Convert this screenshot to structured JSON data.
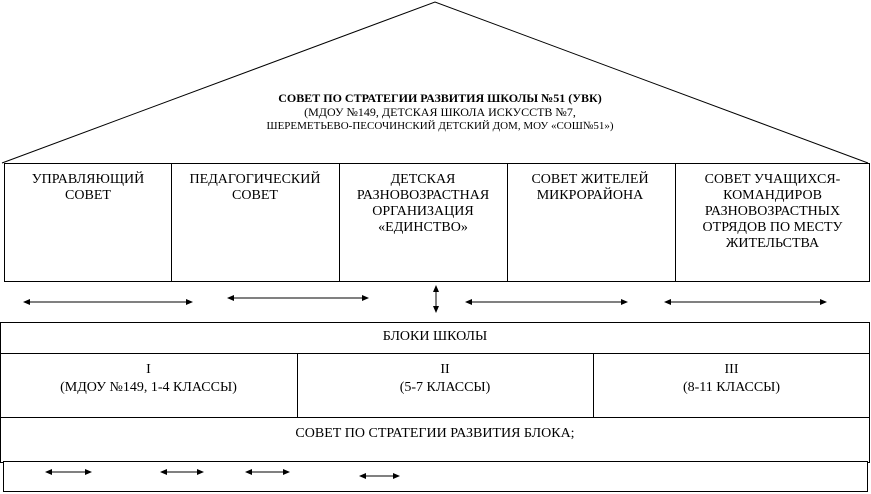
{
  "roof": {
    "title": "СОВЕТ ПО СТРАТЕГИИ РАЗВИТИЯ ШКОЛЫ №51 (УВК)",
    "line2": "(МДОУ №149, ДЕТСКАЯ ШКОЛА ИСКУССТВ №7,",
    "line3": "ШЕРЕМЕТЬЕВО-ПЕСОЧИНСКИЙ ДЕТСКИЙ ДОМ, МОУ «СОШ№51»)"
  },
  "councils": [
    {
      "label": "УПРАВЛЯЮЩИЙ СОВЕТ"
    },
    {
      "label": "ПЕДАГОГИЧЕСКИЙ СОВЕТ"
    },
    {
      "label": "ДЕТСКАЯ РАЗНОВОЗРАСТНАЯ ОРГАНИЗАЦИЯ «ЕДИНСТВО»"
    },
    {
      "label": "СОВЕТ ЖИТЕЛЕЙ МИКРОРАЙОНА"
    },
    {
      "label": "СОВЕТ УЧАЩИХСЯ-КОМАНДИРОВ РАЗНОВОЗРАСТНЫХ ОТРЯДОВ ПО МЕСТУ ЖИТЕЛЬСТВА"
    }
  ],
  "blocks": {
    "header": "БЛОКИ ШКОЛЫ",
    "items": [
      {
        "num": "I",
        "desc": "(МДОУ №149, 1-4 КЛАССЫ)"
      },
      {
        "num": "II",
        "desc": "(5-7 КЛАССЫ)"
      },
      {
        "num": "III",
        "desc": "(8-11 КЛАССЫ)"
      }
    ],
    "strategy": "СОВЕТ ПО СТРАТЕГИИ РАЗВИТИЯ БЛОКА;"
  }
}
